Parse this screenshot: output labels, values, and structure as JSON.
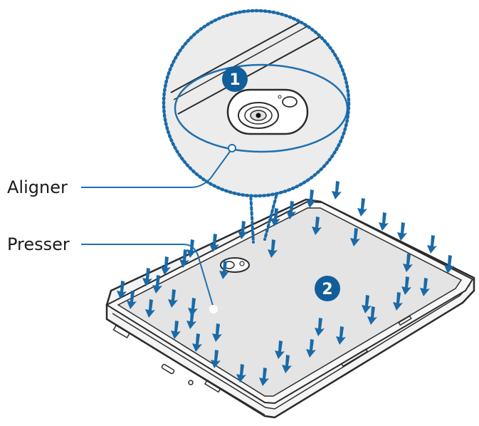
{
  "callouts": {
    "aligner_label": "Aligner",
    "presser_label": "Presser"
  },
  "steps": {
    "step1": "1",
    "step2": "2"
  },
  "colors": {
    "accent_blue": "#1a6aa8",
    "badge_blue": "#115e9a",
    "leader_blue": "#1f6fb0",
    "device_fill": "#e4e4e4",
    "device_edge": "#2b2b2b",
    "zoom_fill": "#ececec"
  },
  "icons": {
    "press_arrow": "arrow-down-icon",
    "camera": "camera-module-icon"
  }
}
